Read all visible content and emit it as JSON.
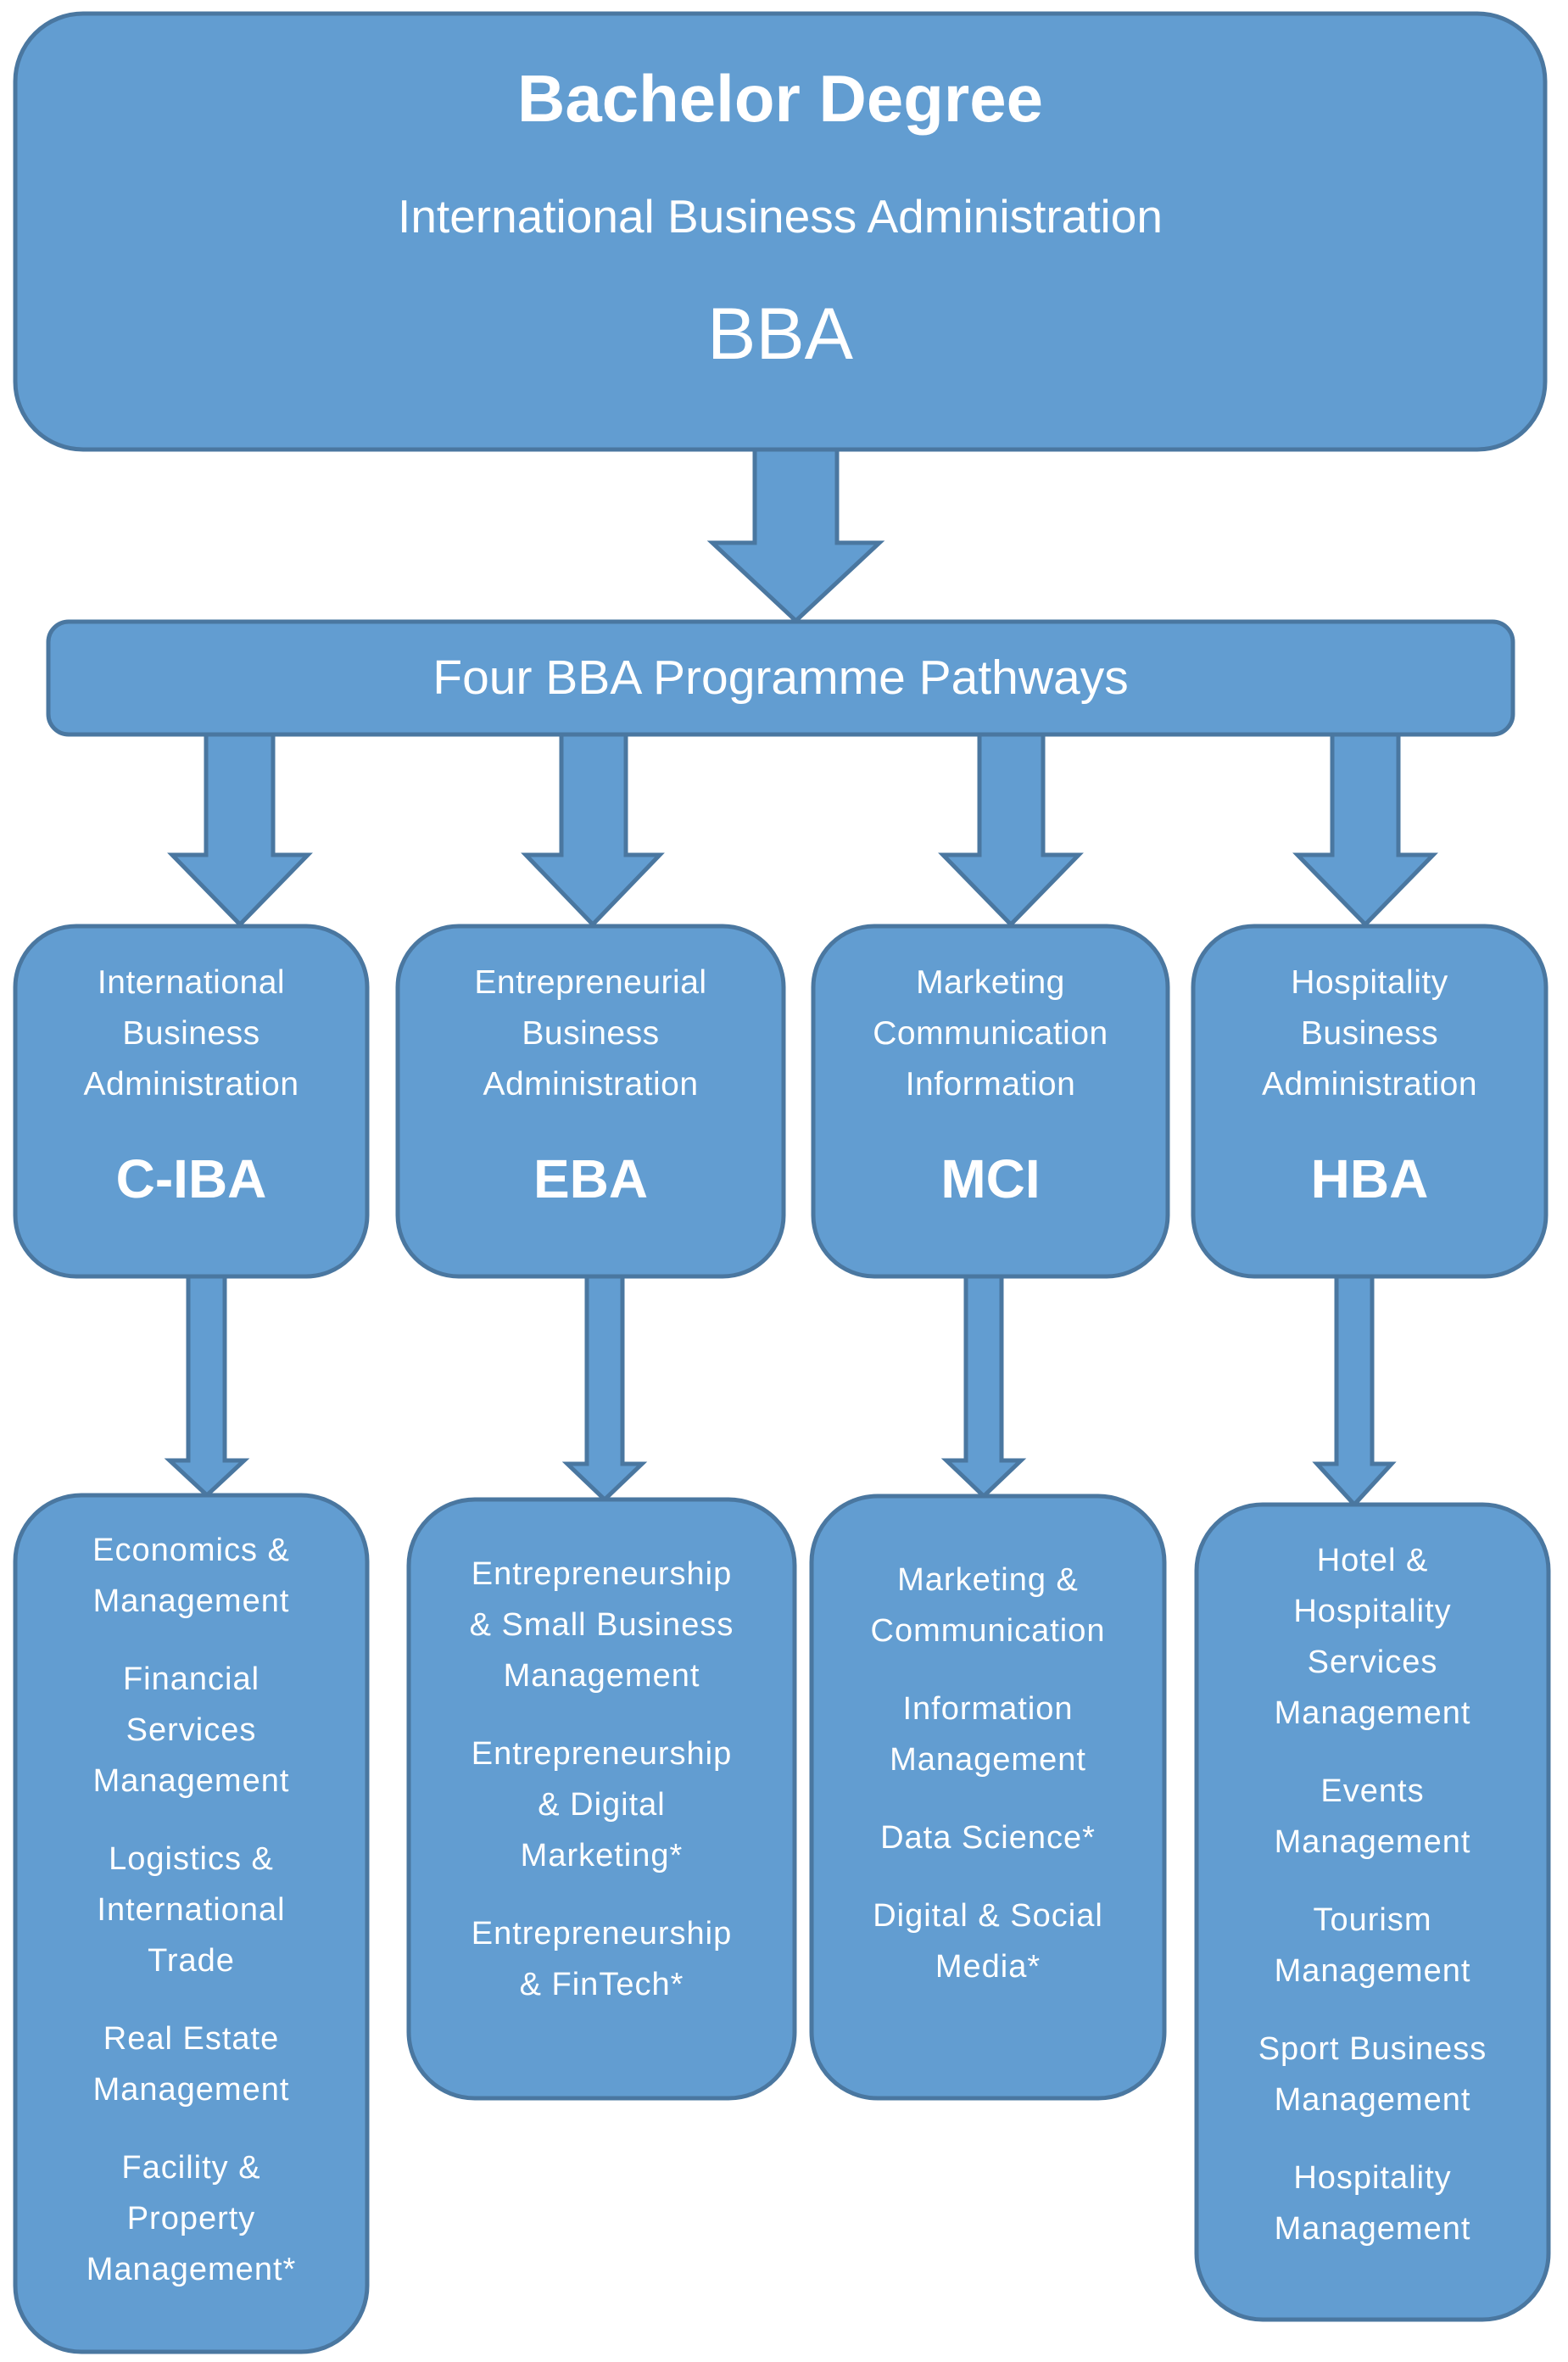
{
  "colors": {
    "fill": "#629DD1",
    "stroke": "#4A77A0",
    "text": "#FFFFFF",
    "background": "#FFFFFF"
  },
  "degree": {
    "title": "Bachelor Degree",
    "subtitle": "International Business Administration",
    "abbreviation": "BBA"
  },
  "pathways_label": "Four BBA Programme Pathways",
  "programmes": [
    {
      "name_lines": [
        "International",
        "Business",
        "Administration"
      ],
      "abbreviation": "C-IBA",
      "specialisations": [
        [
          "Economics &",
          "Management"
        ],
        [
          "Financial",
          "Services",
          "Management"
        ],
        [
          "Logistics &",
          "International",
          "Trade"
        ],
        [
          "Real Estate",
          "Management"
        ],
        [
          "Facility &",
          "Property",
          "Management*"
        ]
      ]
    },
    {
      "name_lines": [
        "Entrepreneurial",
        "Business",
        "Administration"
      ],
      "abbreviation": "EBA",
      "specialisations": [
        [
          "Entrepreneurship",
          "& Small Business",
          "Management"
        ],
        [
          "Entrepreneurship",
          "& Digital",
          "Marketing*"
        ],
        [
          "Entrepreneurship",
          "& FinTech*"
        ]
      ]
    },
    {
      "name_lines": [
        "Marketing",
        "Communication",
        "Information"
      ],
      "abbreviation": "MCI",
      "specialisations": [
        [
          "Marketing &",
          "Communication"
        ],
        [
          "Information",
          "Management"
        ],
        [
          "Data Science*"
        ],
        [
          "Digital & Social",
          "Media*"
        ]
      ]
    },
    {
      "name_lines": [
        "Hospitality",
        "Business",
        "Administration"
      ],
      "abbreviation": "HBA",
      "specialisations": [
        [
          "Hotel &",
          "Hospitality",
          "Services",
          "Management"
        ],
        [
          "Events",
          "Management"
        ],
        [
          "Tourism",
          "Management"
        ],
        [
          "Sport Business",
          "Management"
        ],
        [
          "Hospitality",
          "Management"
        ]
      ]
    }
  ]
}
